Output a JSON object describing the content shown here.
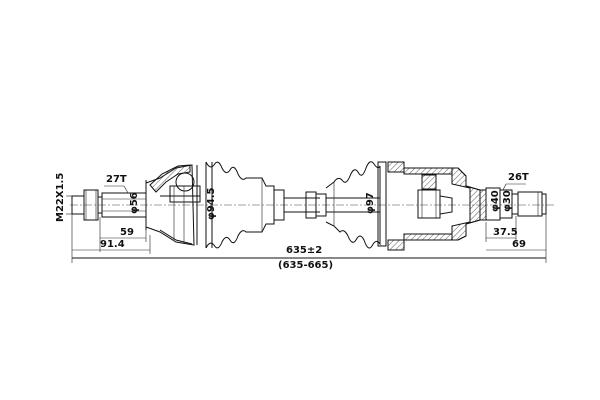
{
  "drawing": {
    "subject": "CV drive shaft",
    "left_end": {
      "thread_label": "M22X1.5",
      "spline_label": "27T",
      "shaft_diameter_label": "φ56",
      "boot_diameter_label": "φ94.5",
      "length_spline_label": "59",
      "length_to_joint_label": "91.4"
    },
    "right_end": {
      "spline_label": "26T",
      "diameter_1_label": "φ40",
      "diameter_2_label": "φ30",
      "housing_diameter_label": "φ97",
      "length_spline_label": "37.5",
      "length_stub_label": "69"
    },
    "overall": {
      "length_label": "635±2",
      "range_label": "(635-665)"
    }
  }
}
